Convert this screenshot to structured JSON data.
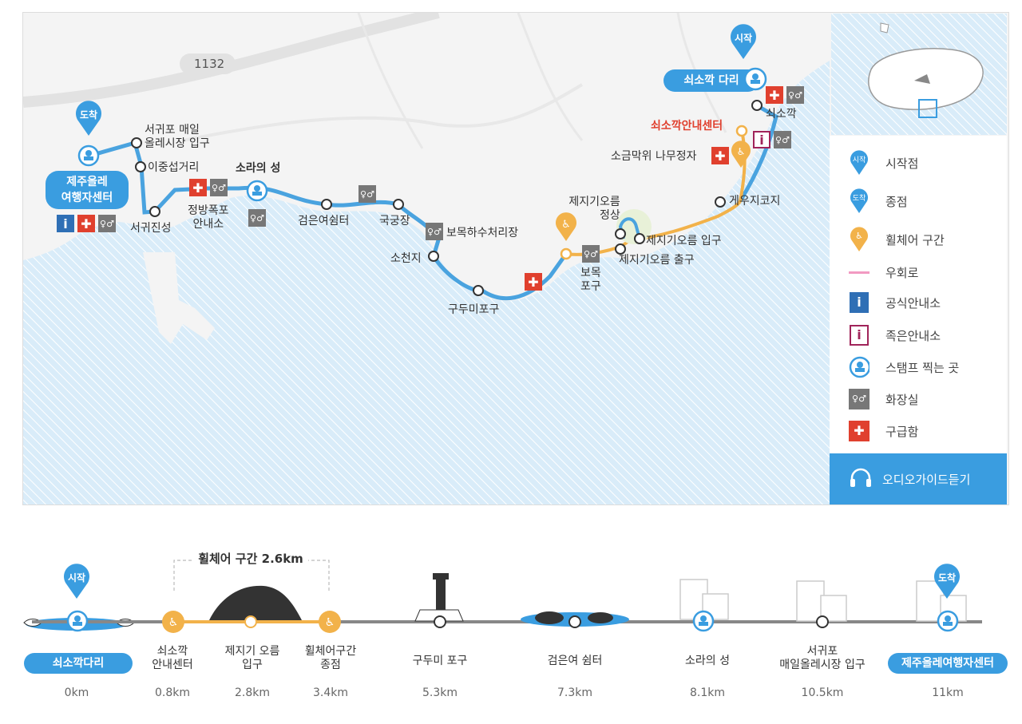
{
  "map": {
    "road_number": "1132",
    "pins": {
      "start": "시작",
      "end": "도착"
    },
    "start_pill": "쇠소깍 다리",
    "end_pill_line1": "제주올레",
    "end_pill_line2": "여행자센터",
    "labels": {
      "seogwipo_market_1": "서귀포 매일",
      "seogwipo_market_2": "올레시장 입구",
      "ijungseop": "이중섭거리",
      "seogwi_jinseong": "서귀진성",
      "jeongbang_1": "정방폭포",
      "jeongbang_2": "안내소",
      "sori_castle": "소라의 성",
      "geomeunyeo": "검은여쉼터",
      "gukgungjang": "국궁장",
      "bomok_sewage": "보목하수처리장",
      "socheonji": "소천지",
      "gudumi": "구두미포구",
      "bomok_port_1": "보목",
      "bomok_port_2": "포구",
      "jejigi_summit_1": "제지기오름",
      "jejigi_summit_2": "정상",
      "jejigi_entrance": "제지기오름 입구",
      "jejigi_exit": "제지기오름 출구",
      "geuujikoji": "게우지코지",
      "sogeummakwi": "소금막위 나무정자",
      "soesokkak_info": "쇠소깍안내센터",
      "soesokkak": "쇠소깍"
    }
  },
  "legend": {
    "items": [
      {
        "icon": "start-pin-icon",
        "label": "시작점",
        "glyph": "시작"
      },
      {
        "icon": "end-pin-icon",
        "label": "종점",
        "glyph": "도착"
      },
      {
        "icon": "wheelchair-icon",
        "label": "휠체어 구간"
      },
      {
        "icon": "detour-line-icon",
        "label": "우회로"
      },
      {
        "icon": "official-info-icon",
        "label": "공식안내소"
      },
      {
        "icon": "small-info-icon",
        "label": "족은안내소"
      },
      {
        "icon": "stamp-icon",
        "label": "스탬프 찍는 곳"
      },
      {
        "icon": "restroom-icon",
        "label": "화장실"
      },
      {
        "icon": "first-aid-icon",
        "label": "구급함"
      }
    ],
    "audio_button": "오디오가이드듣기"
  },
  "elevation": {
    "wheelchair_span": "휠체어 구간 2.6km",
    "start_pin": "시작",
    "end_pin": "도착",
    "stops": [
      {
        "name1": "쇠소깍다리",
        "name2": "",
        "km": "0km",
        "pill": true
      },
      {
        "name1": "쇠소깍",
        "name2": "안내센터",
        "km": "0.8km"
      },
      {
        "name1": "제지기 오름",
        "name2": "입구",
        "km": "2.8km"
      },
      {
        "name1": "휠체어구간",
        "name2": "종점",
        "km": "3.4km"
      },
      {
        "name1": "구두미 포구",
        "name2": "",
        "km": "5.3km"
      },
      {
        "name1": "검은여 쉼터",
        "name2": "",
        "km": "7.3km"
      },
      {
        "name1": "소라의 성",
        "name2": "",
        "km": "8.1km"
      },
      {
        "name1": "서귀포",
        "name2": "매일올레시장 입구",
        "km": "10.5km"
      },
      {
        "name1": "제주올레여행자센터",
        "name2": "",
        "km": "11km",
        "pill": true
      }
    ]
  },
  "colors": {
    "route": "#4aa3df",
    "wheelchair": "#f2b24a",
    "sea": "#d6ebf8",
    "accent": "#3a9de0",
    "aid": "#e0402e",
    "info_red": "#a0245a"
  }
}
